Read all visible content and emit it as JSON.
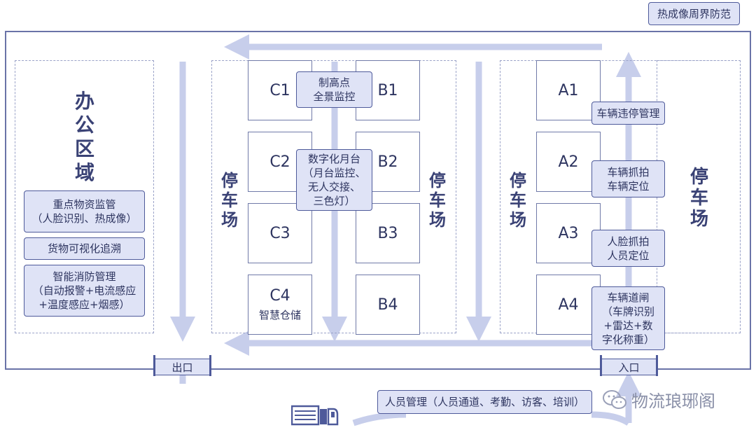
{
  "perimeter_label": "热成像周界防范",
  "office": {
    "title": "办公区域",
    "tags": [
      "重点物资监管\n（人脸识别、热成像）",
      "货物可视化追溯",
      "智能消防管理\n（自动报警+电流感应\n+温度感应+烟感）"
    ]
  },
  "parking_labels": [
    "停车场",
    "停车场",
    "停车场",
    "停车场"
  ],
  "warehouse": {
    "c_cells": [
      "C1",
      "C2",
      "C3",
      "C4"
    ],
    "b_cells": [
      "B1",
      "B2",
      "B3",
      "B4"
    ],
    "a_cells": [
      "A1",
      "A2",
      "A3",
      "A4"
    ],
    "c4_sub": "智慧仓储",
    "center_tags": [
      "制高点\n全景监控",
      "数字化月台\n（月台监控、\n无人交接、\n三色灯）"
    ],
    "a_tags": [
      "车辆违停管理",
      "车辆抓拍\n车辆定位",
      "人脸抓拍\n人员定位",
      "车辆道闸\n（车牌识别\n+雷达+数\n字化称重）"
    ]
  },
  "gates": {
    "exit": "出口",
    "entry": "入口"
  },
  "personnel": "人员管理（人员通道、考勤、访客、培训）",
  "watermark": "物流琅琊阁",
  "colors": {
    "arrow": "#c7ceeb",
    "border": "#6a73a8",
    "tag_fill": "#dfe3f6",
    "tag_border": "#4e5a9a"
  }
}
